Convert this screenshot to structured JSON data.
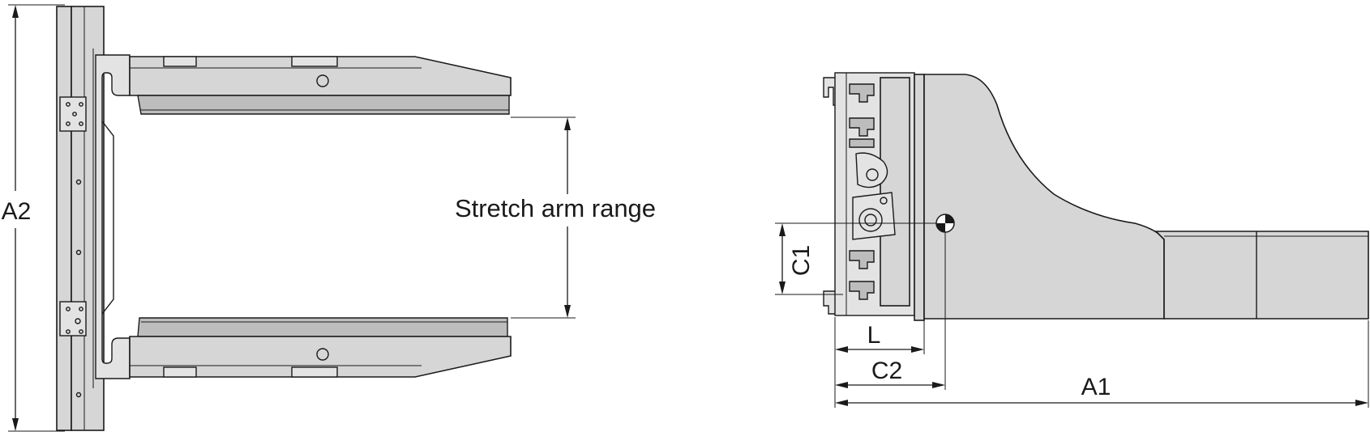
{
  "labels": {
    "a2": "A2",
    "stretch_arm_range": "Stretch arm range",
    "c1": "C1",
    "l": "L",
    "c2": "C2",
    "a1": "A1"
  }
}
